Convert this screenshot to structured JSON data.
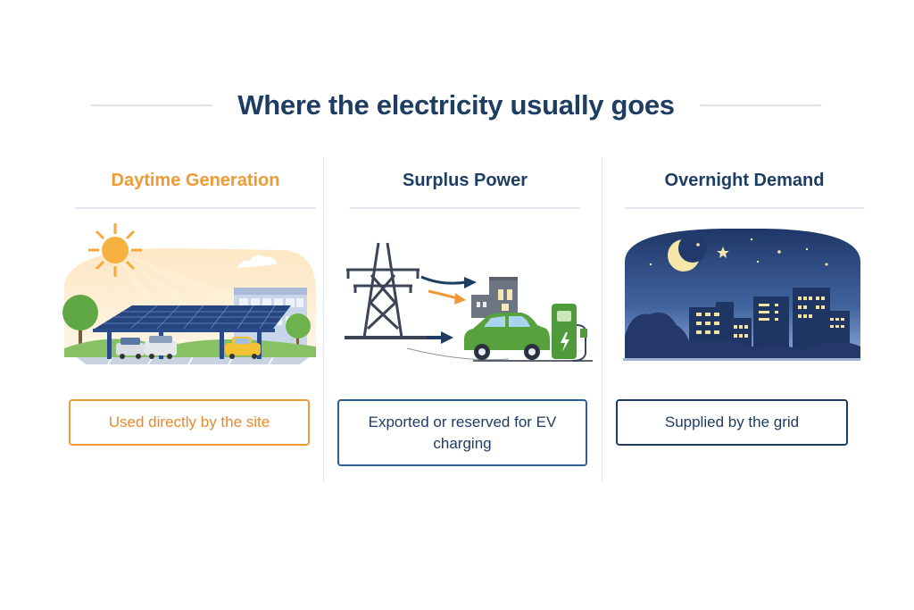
{
  "title": "Where the electricity usually goes",
  "colors": {
    "title": "#1d3d63",
    "accent_orange": "#ee9a35",
    "accent_blue": "#2f5f93",
    "accent_navy": "#1d3d63",
    "divider": "#e2e6ee"
  },
  "columns": [
    {
      "heading": "Daytime Generation",
      "illustration": "solar-carport-with-sun-and-building",
      "outcome": "Used directly by the site"
    },
    {
      "heading": "Surplus Power",
      "illustration": "transmission-tower-arrows-to-building-and-ev-charger",
      "outcome": "Exported or reserved for EV charging"
    },
    {
      "heading": "Overnight Demand",
      "illustration": "night-city-skyline-with-moon-and-stars",
      "outcome": "Supplied by the grid"
    }
  ]
}
